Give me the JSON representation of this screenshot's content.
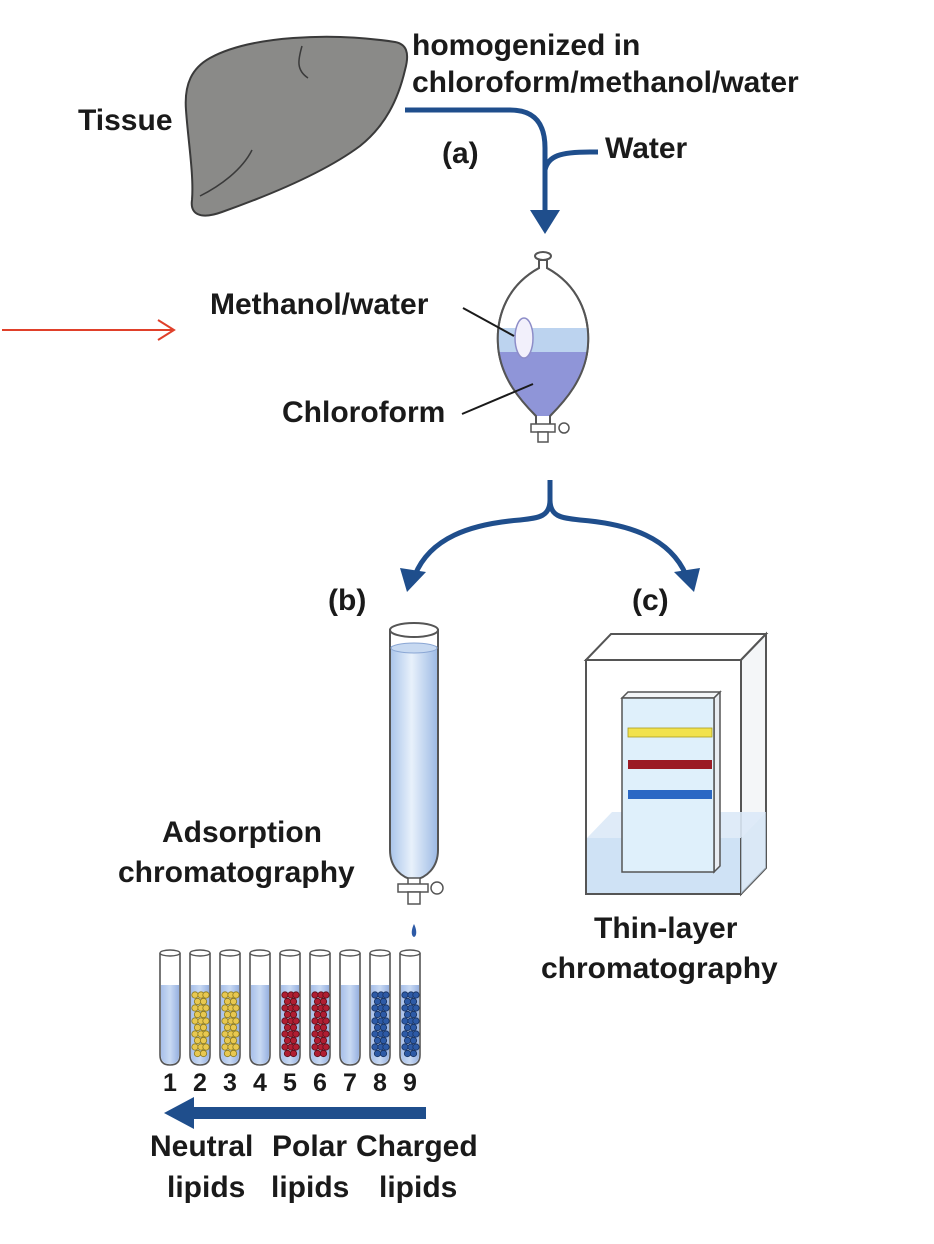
{
  "labels": {
    "tissue": "Tissue",
    "homogenized_line1": "homogenized in",
    "homogenized_line2": "chloroform/methanol/water",
    "step_a": "(a)",
    "water": "Water",
    "methanol_water": "Methanol/water",
    "chloroform": "Chloroform",
    "step_b": "(b)",
    "step_c": "(c)",
    "adsorption_line1": "Adsorption",
    "adsorption_line2": "chromatography",
    "tlc_line1": "Thin-layer",
    "tlc_line2": "chromatography",
    "neutral_line1": "Neutral",
    "neutral_line2": "lipids",
    "polar_line1": "Polar",
    "polar_line2": "lipids",
    "charged_line1": "Charged",
    "charged_line2": "lipids"
  },
  "tubes": [
    {
      "number": "1",
      "contents": "none"
    },
    {
      "number": "2",
      "contents": "yellow"
    },
    {
      "number": "3",
      "contents": "yellow"
    },
    {
      "number": "4",
      "contents": "none"
    },
    {
      "number": "5",
      "contents": "red"
    },
    {
      "number": "6",
      "contents": "red"
    },
    {
      "number": "7",
      "contents": "none"
    },
    {
      "number": "8",
      "contents": "blue"
    },
    {
      "number": "9",
      "contents": "blue"
    }
  ],
  "tlc_bands": [
    "yellow",
    "red",
    "blue"
  ],
  "colors": {
    "arrow_blue": "#1f4e8c",
    "annotation_red": "#e0402a",
    "liver_gray": "#8a8a88",
    "methanol_layer": "#bcd3ef",
    "chloroform_layer": "#8f95d8",
    "glass_outline": "#555555",
    "lipid_yellow": "#e8c850",
    "lipid_red": "#b01e32",
    "lipid_blue": "#2d5aa6",
    "tank_liquid": "#cfe2f5"
  }
}
